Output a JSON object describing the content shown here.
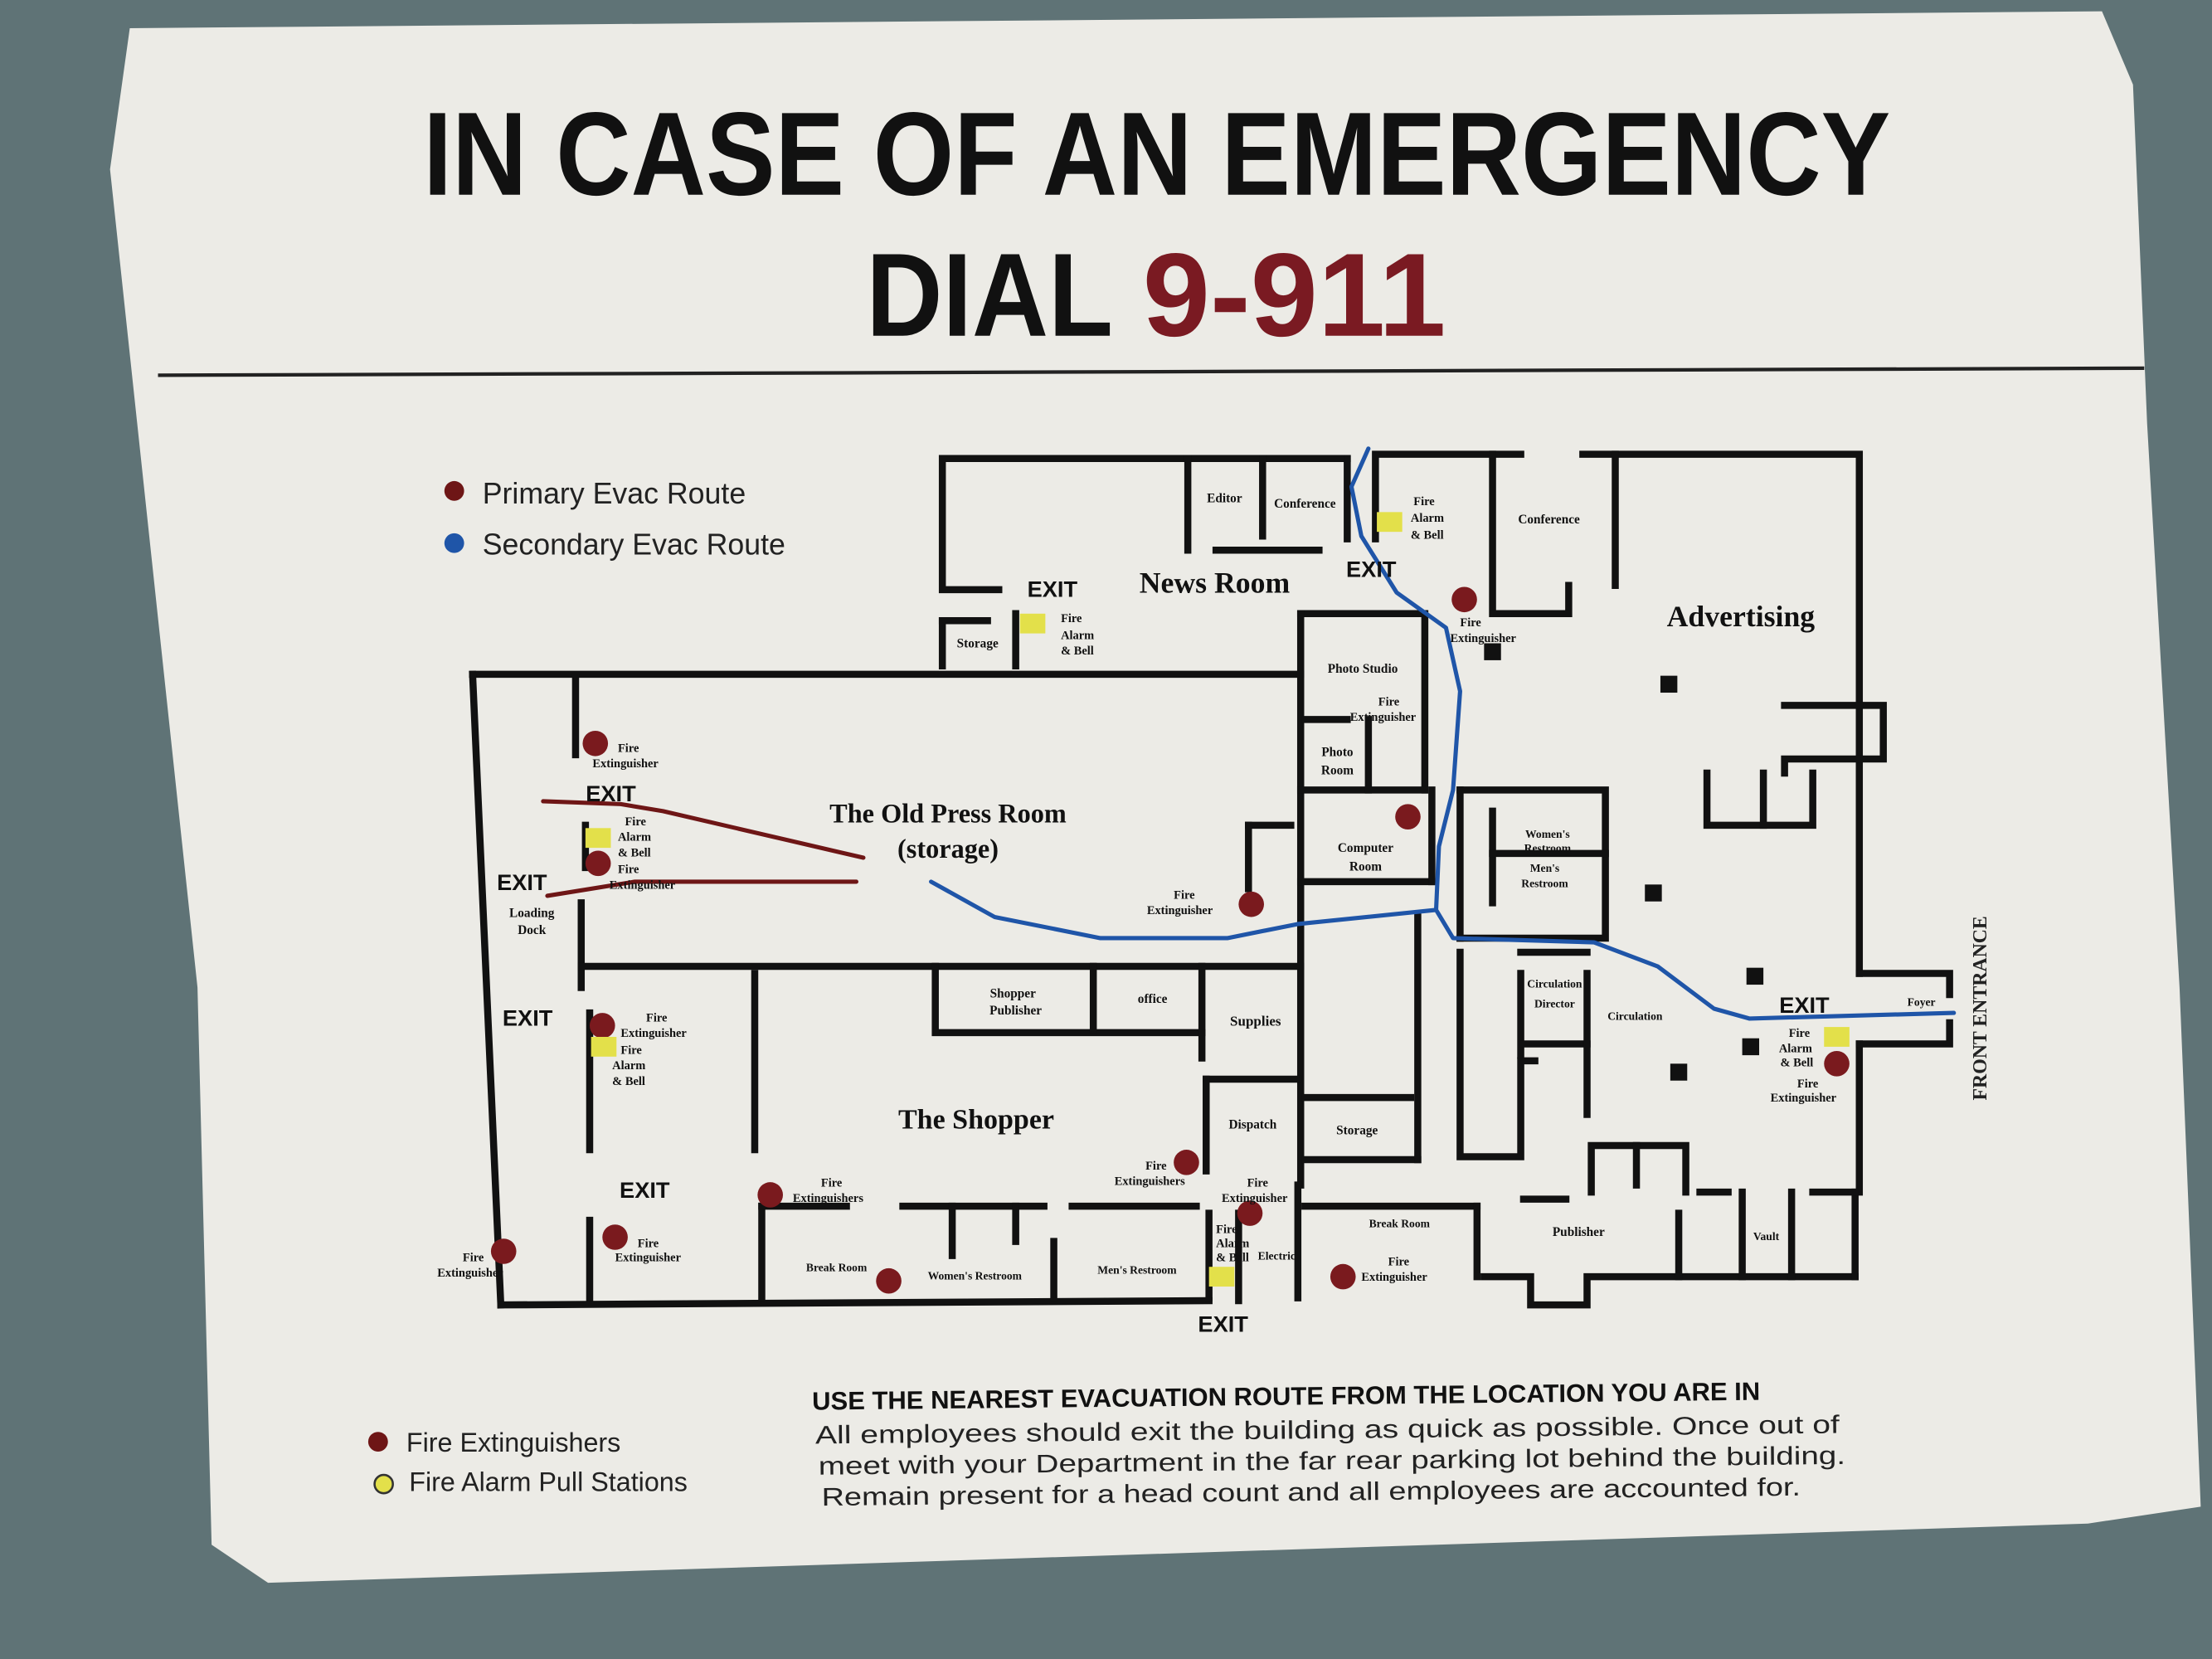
{
  "title": {
    "line1": "IN CASE OF AN EMERGENCY",
    "dial": "DIAL",
    "number": "9-911"
  },
  "colors": {
    "primary_route": "#6e1616",
    "secondary_route": "#1f55a8",
    "extinguisher": "#7a1a1e",
    "alarm": "#e3e04a",
    "paper": "#ecebe6",
    "wall": "#111111"
  },
  "legend_top": [
    {
      "label": "Primary Evac Route",
      "icon": "dark-red-dot"
    },
    {
      "label": "Secondary Evac Route",
      "icon": "blue-dot"
    }
  ],
  "legend_bottom": [
    {
      "label": "Fire Extinguishers",
      "icon": "dark-red-dot"
    },
    {
      "label": "Fire Alarm Pull Stations",
      "icon": "yellow-dot"
    }
  ],
  "instructions": {
    "heading": "USE THE NEAREST EVACUATION ROUTE FROM THE LOCATION YOU ARE IN",
    "lines": [
      "All employees should exit the building as quick as possible. Once out of",
      "meet with your Department in the far rear parking lot behind the building.",
      "Remain present for a head count and all employees are accounted for."
    ]
  },
  "entrance": "FRONT ENTRANCE",
  "exit_label": "EXIT",
  "rooms": [
    "Editor",
    "Conference",
    "Conference",
    "News Room",
    "Advertising",
    "Storage",
    "Photo Studio",
    "Photo",
    "Room",
    "The Old Press Room",
    "(storage)",
    "Computer",
    "Room",
    "Women's",
    "Restroom",
    "Men's",
    "Restroom",
    "Loading",
    "Dock",
    "Shopper",
    "Publisher",
    "office",
    "Supplies",
    "The Shopper",
    "Dispatch",
    "Storage",
    "Circulation",
    "Director",
    "Circulation",
    "Foyer",
    "Break Room",
    "Publisher",
    "Vault",
    "Break Room",
    "Women's Restroom",
    "Men's Restroom",
    "Electric"
  ],
  "marker_labels": [
    "Fire",
    "Alarm",
    "& Bell",
    "Fire",
    "Alarm",
    "& Bell",
    "Fire",
    "Extinguisher",
    "Fire",
    "Extinguisher",
    "Fire",
    "Extinguisher",
    "Fire",
    "Alarm",
    "& Bell",
    "Fire",
    "Extinguisher",
    "Fire",
    "Extinguisher",
    "Fire",
    "Extinguisher",
    "Fire",
    "Alarm",
    "& Bell",
    "Fire",
    "Extinguisher",
    "Fire",
    "Extinguisher",
    "Fire",
    "Extinguishers",
    "Fire",
    "Extinguishers",
    "Fire",
    "Extinguisher",
    "Fire",
    "Alarm",
    "& Bell",
    "Fire",
    "Extinguisher",
    "Fire",
    "Alarm",
    "& Bell",
    "Fire",
    "Extinguisher"
  ]
}
